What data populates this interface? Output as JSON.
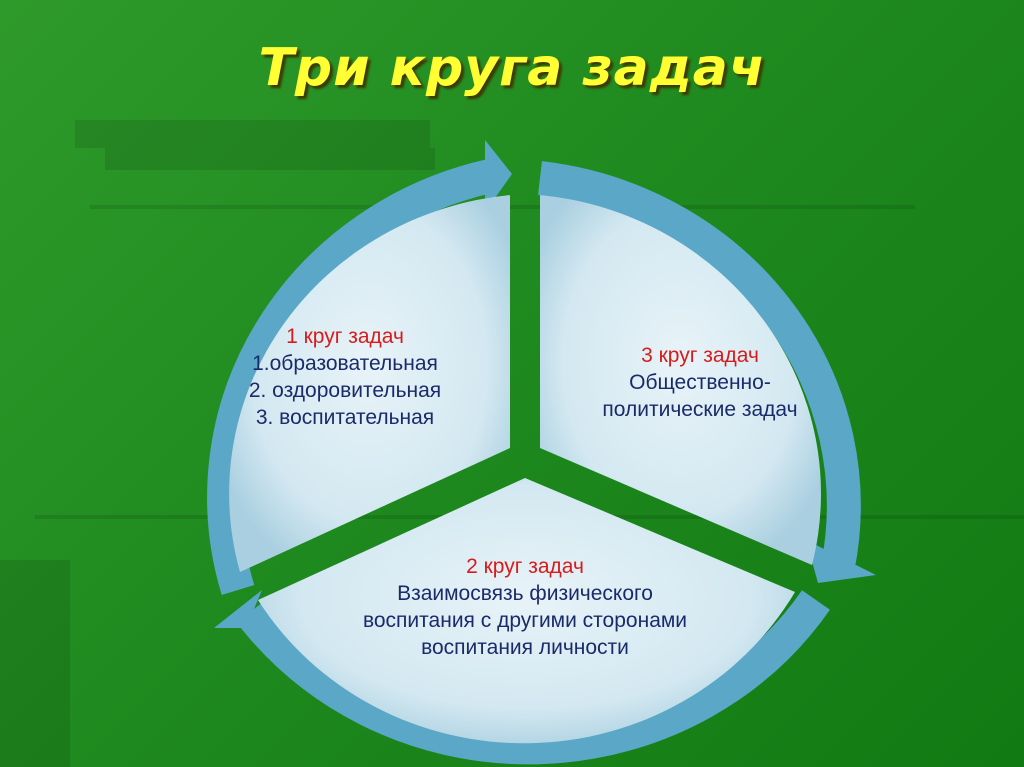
{
  "title": "Три круга задач",
  "colors": {
    "title": "#ffff33",
    "heading": "#d61c1c",
    "body_text": "#1a2b6b",
    "ring": "#5aa7c7",
    "segment_fill": "#dcedf5"
  },
  "segments": [
    {
      "heading": "1 круг задач",
      "lines": [
        "1.образовательная",
        "2. оздоровительная",
        "3. воспитательная"
      ]
    },
    {
      "heading": "3 круг задач",
      "lines": [
        "Общественно-",
        "политические задач"
      ]
    },
    {
      "heading": "2 круг задач",
      "lines": [
        "Взаимосвязь физического",
        "воспитания с другими сторонами",
        "воспитания личности"
      ]
    }
  ]
}
